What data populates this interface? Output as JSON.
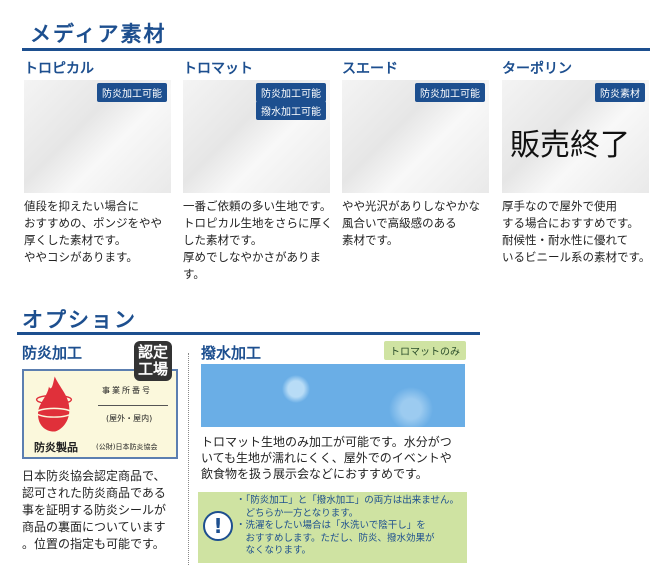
{
  "media": {
    "title": "メディア素材",
    "items": [
      {
        "name": "トロピカル",
        "tags": [
          "防炎加工可能"
        ],
        "desc": "値段を抑えたい場合に\nおすすめの、ポンジをやや\n厚くした素材です。\nややコシがあります。"
      },
      {
        "name": "トロマット",
        "tags": [
          "防炎加工可能",
          "撥水加工可能"
        ],
        "desc": "一番ご依頼の多い生地です。\nトロピカル生地をさらに厚く\nした素材です。\n厚めでしなやかさがあります。"
      },
      {
        "name": "スエード",
        "tags": [
          "防炎加工可能"
        ],
        "desc": "やや光沢がありしなやかな\n風合いで高級感のある\n素材です。"
      },
      {
        "name": "ターポリン",
        "tags": [
          "防炎素材"
        ],
        "overlay": "販売終了",
        "desc": "厚手なので屋外で使用\nする場合におすすめです。\n耐候性・耐水性に優れて\nいるビニール系の素材です。"
      }
    ]
  },
  "options": {
    "title": "オプション",
    "flame": {
      "title": "防炎加工",
      "badge": "認定\n工場",
      "label_number": "事業所番号",
      "label_place": "(屋外・屋内)",
      "label_product": "防炎製品",
      "label_assoc": "(公財)日本防炎協会",
      "desc": "日本防炎協会認定商品で、\n認可された防炎商品である\n事を証明する防炎シールが\n商品の裏面についています\n。位置の指定も可能です。"
    },
    "water": {
      "title": "撥水加工",
      "badge": "トロマットのみ",
      "desc": "トロマット生地のみ加工が可能です。水分がつ\nいても生地が濡れにくく、屋外でのイベントや\n飲食物を扱う展示会などにおすすめです。",
      "notice_icon": "exclamation-circle-icon",
      "notice": "・「防炎加工」と「撥水加工」の両方は出来ません。\n　どちらか一方となります。\n・洗濯をしたい場合は「水洗いで陰干し」を\n　おすすめします。ただし、防炎、撥水効果が\n　なくなります。"
    }
  },
  "colors": {
    "brand": "#1d4f8f",
    "flame_red": "#e0303a",
    "notice_green": "#cfe3a2",
    "water_blue": "#6aaee6"
  }
}
